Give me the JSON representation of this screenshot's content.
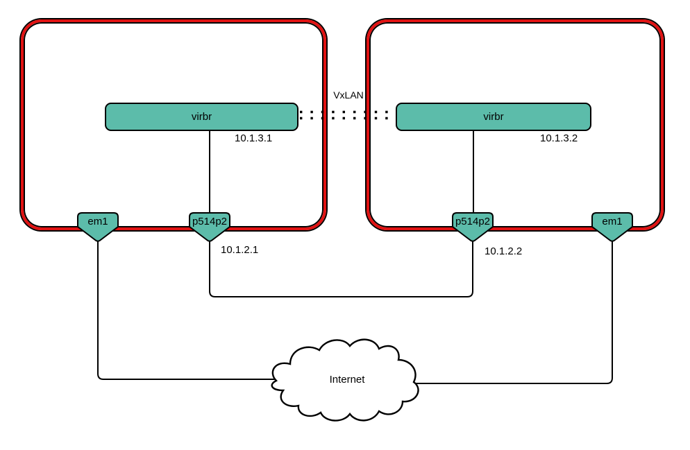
{
  "diagram_type": "network-topology",
  "link": {
    "label": "VxLAN",
    "style": "double-dotted"
  },
  "internet": {
    "label": "Internet"
  },
  "hosts": [
    {
      "id": "host-left",
      "bridge": {
        "label": "virbr",
        "ip": "10.1.3.1"
      },
      "interfaces": [
        {
          "label": "em1",
          "connected_to": "internet"
        },
        {
          "label": "p514p2",
          "ip": "10.1.2.1",
          "connected_to": "peer-p514p2"
        }
      ]
    },
    {
      "id": "host-right",
      "bridge": {
        "label": "virbr",
        "ip": "10.1.3.2"
      },
      "interfaces": [
        {
          "label": "p514p2",
          "ip": "10.1.2.2",
          "connected_to": "peer-p514p2"
        },
        {
          "label": "em1",
          "connected_to": "internet"
        }
      ]
    }
  ],
  "colors": {
    "node_fill": "#5cbcaa",
    "host_border": "#e01212",
    "host_border_outline": "#000000",
    "line": "#000000",
    "background": "#ffffff"
  }
}
